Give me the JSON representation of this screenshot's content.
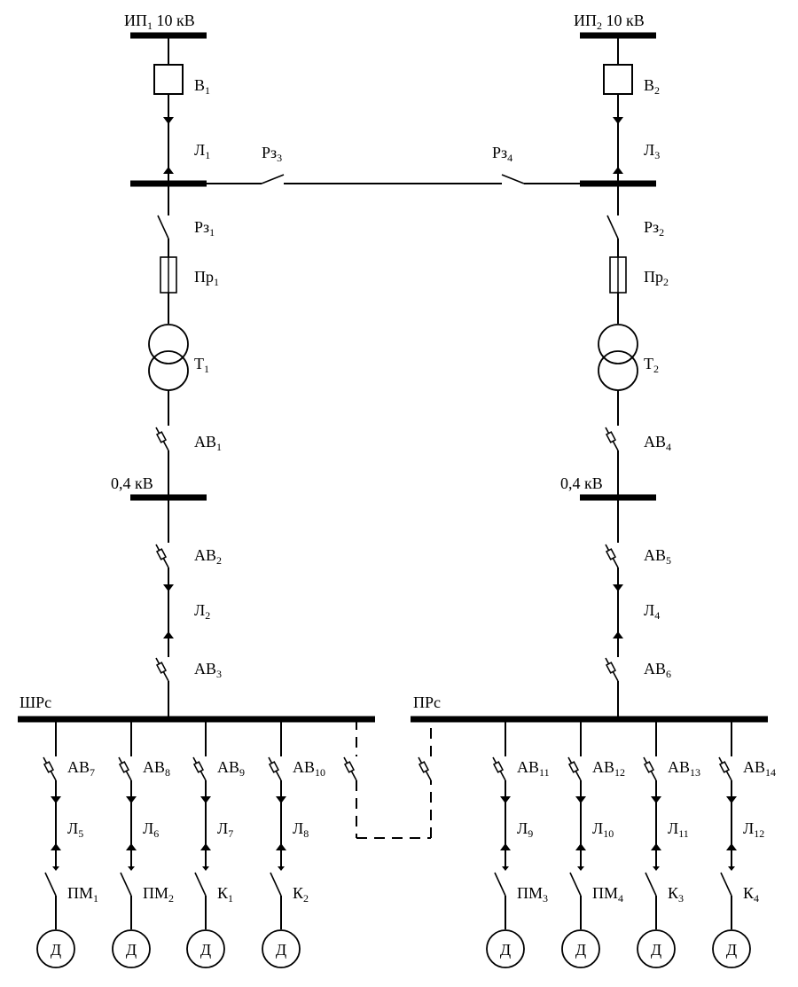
{
  "left": {
    "source": {
      "main": "ИП",
      "sub": "1",
      "tail": " 10 кВ"
    },
    "breaker": {
      "main": "В",
      "sub": "1"
    },
    "line_in": {
      "main": "Л",
      "sub": "1"
    },
    "disconnector": {
      "main": "Рз",
      "sub": "1"
    },
    "fuse": {
      "main": "Пр",
      "sub": "1"
    },
    "transformer": {
      "main": "Т",
      "sub": "1"
    },
    "av_hv": {
      "main": "АВ",
      "sub": "1"
    },
    "bus_lv": "0,4 кВ",
    "av_out": {
      "main": "АВ",
      "sub": "2"
    },
    "line_out": {
      "main": "Л",
      "sub": "2"
    },
    "av_in": {
      "main": "АВ",
      "sub": "3"
    },
    "panel": "ШРс",
    "feeders": [
      {
        "av": {
          "main": "АВ",
          "sub": "7"
        },
        "line": {
          "main": "Л",
          "sub": "5"
        },
        "starter": {
          "main": "ПМ",
          "sub": "1"
        },
        "motor": "Д"
      },
      {
        "av": {
          "main": "АВ",
          "sub": "8"
        },
        "line": {
          "main": "Л",
          "sub": "6"
        },
        "starter": {
          "main": "ПМ",
          "sub": "2"
        },
        "motor": "Д"
      },
      {
        "av": {
          "main": "АВ",
          "sub": "9"
        },
        "line": {
          "main": "Л",
          "sub": "7"
        },
        "starter": {
          "main": "К",
          "sub": "1"
        },
        "motor": "Д"
      },
      {
        "av": {
          "main": "АВ",
          "sub": "10"
        },
        "line": {
          "main": "Л",
          "sub": "8"
        },
        "starter": {
          "main": "К",
          "sub": "2"
        },
        "motor": "Д"
      }
    ]
  },
  "right": {
    "source": {
      "main": "ИП",
      "sub": "2",
      "tail": " 10 кВ"
    },
    "breaker": {
      "main": "В",
      "sub": "2"
    },
    "line_in": {
      "main": "Л",
      "sub": "3"
    },
    "disconnector": {
      "main": "Рз",
      "sub": "2"
    },
    "fuse": {
      "main": "Пр",
      "sub": "2"
    },
    "transformer": {
      "main": "Т",
      "sub": "2"
    },
    "av_hv": {
      "main": "АВ",
      "sub": "4"
    },
    "bus_lv": "0,4 кВ",
    "av_out": {
      "main": "АВ",
      "sub": "5"
    },
    "line_out": {
      "main": "Л",
      "sub": "4"
    },
    "av_in": {
      "main": "АВ",
      "sub": "6"
    },
    "panel": "ПРс",
    "feeders": [
      {
        "av": {
          "main": "АВ",
          "sub": "11"
        },
        "line": {
          "main": "Л",
          "sub": "9"
        },
        "starter": {
          "main": "ПМ",
          "sub": "3"
        },
        "motor": "Д"
      },
      {
        "av": {
          "main": "АВ",
          "sub": "12"
        },
        "line": {
          "main": "Л",
          "sub": "10"
        },
        "starter": {
          "main": "ПМ",
          "sub": "4"
        },
        "motor": "Д"
      },
      {
        "av": {
          "main": "АВ",
          "sub": "13"
        },
        "line": {
          "main": "Л",
          "sub": "11"
        },
        "starter": {
          "main": "К",
          "sub": "3"
        },
        "motor": "Д"
      },
      {
        "av": {
          "main": "АВ",
          "sub": "14"
        },
        "line": {
          "main": "Л",
          "sub": "12"
        },
        "starter": {
          "main": "К",
          "sub": "4"
        },
        "motor": "Д"
      }
    ]
  },
  "tie": {
    "left_disconnector": {
      "main": "Рз",
      "sub": "3"
    },
    "right_disconnector": {
      "main": "Рз",
      "sub": "4"
    }
  }
}
